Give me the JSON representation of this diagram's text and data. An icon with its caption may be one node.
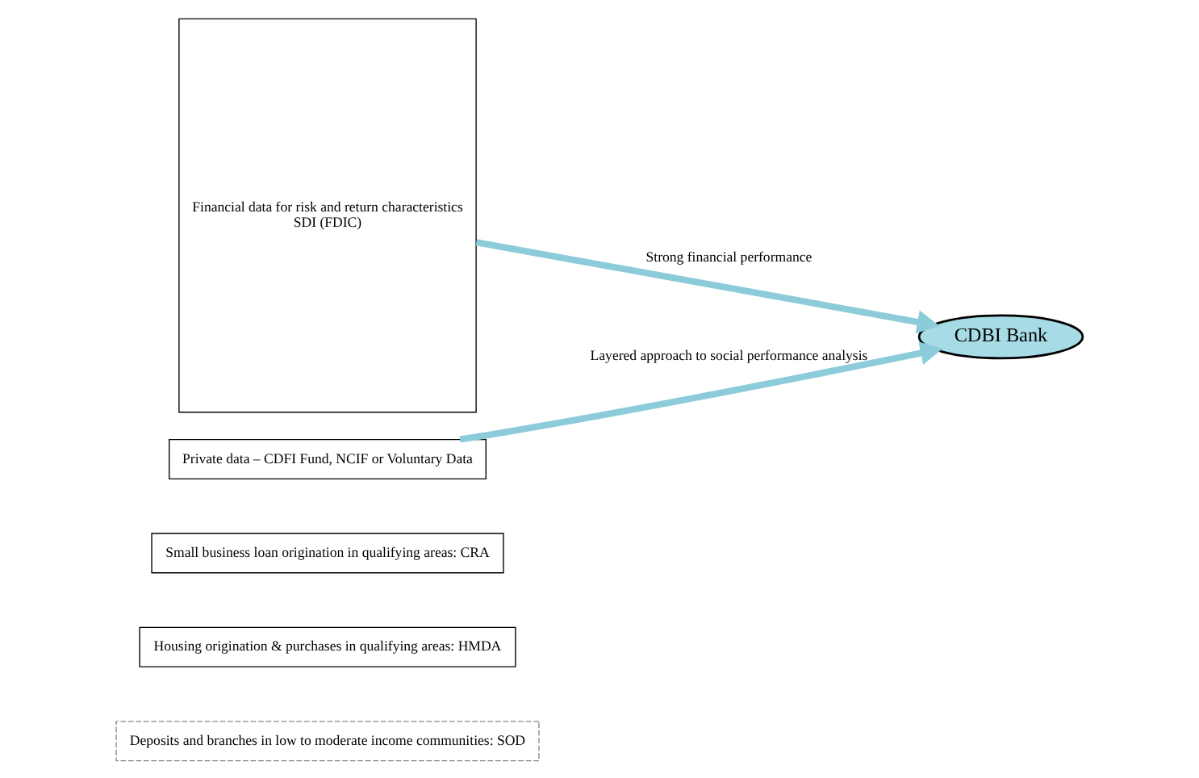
{
  "diagram": {
    "nodes": [
      {
        "text": [
          "Financial data for risk and return characteristics",
          "SDI (FDIC)"
        ]
      },
      {
        "text": [
          "CDBI Bank"
        ]
      },
      {
        "text": [
          "Private data – CDFI Fund, NCIF or Voluntary Data"
        ]
      },
      {
        "text": [
          "Small business loan origination in qualifying areas: CRA"
        ]
      },
      {
        "text": [
          "Housing origination & purchases in qualifying areas: HMDA"
        ]
      },
      {
        "text": [
          "Deposits and branches in low to moderate income communities: SOD"
        ]
      }
    ],
    "edges": [
      {
        "from": 0,
        "to": 1,
        "arrow": "to",
        "label": "Strong financial performance"
      },
      {
        "from": 2,
        "to": 1,
        "arrow": "to",
        "label": "Layered approach to social performance analysis"
      }
    ]
  }
}
